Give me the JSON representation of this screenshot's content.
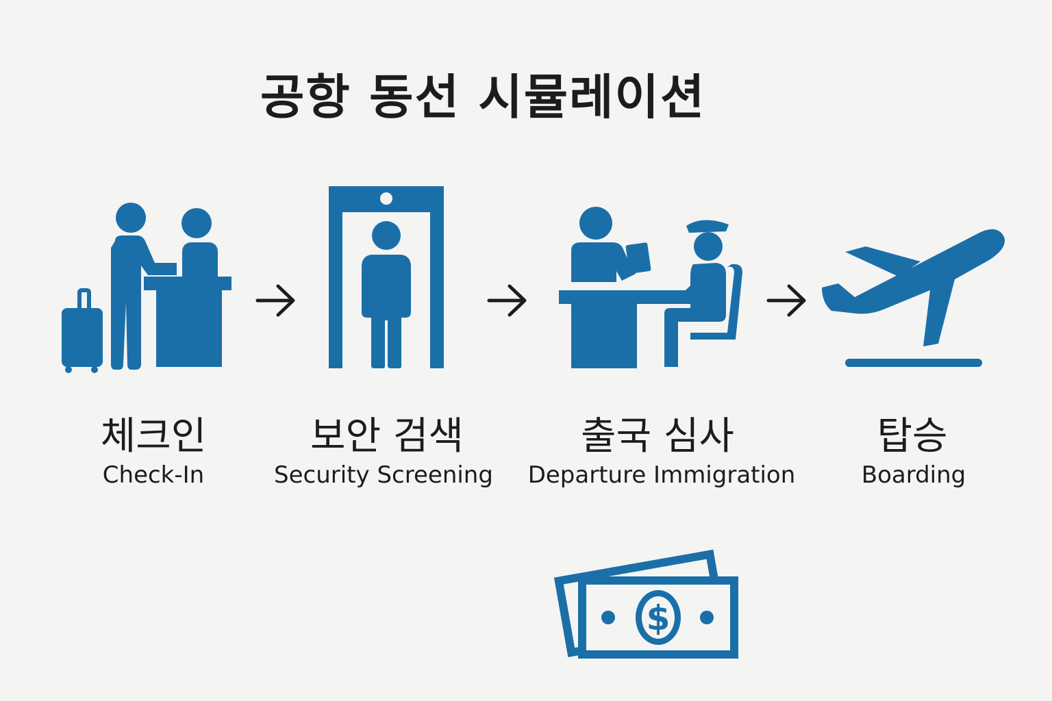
{
  "title": "공항 동선 시뮬레이션",
  "accent_color": "#1b6fa8",
  "steps": [
    {
      "label_ko": "체크인",
      "label_en": "Check-In",
      "icon": "check-in-counter-icon"
    },
    {
      "label_ko": "보안 검색",
      "label_en": "Security Screening",
      "icon": "security-scanner-icon"
    },
    {
      "label_ko": "출국 심사",
      "label_en": "Departure Immigration",
      "icon": "immigration-officer-icon"
    },
    {
      "label_ko": "탑승",
      "label_en": "Boarding",
      "icon": "airplane-takeoff-icon"
    }
  ],
  "arrows": [
    "arrow-right-icon",
    "arrow-right-icon",
    "arrow-right-icon"
  ],
  "extra_icon": "money-bills-icon"
}
